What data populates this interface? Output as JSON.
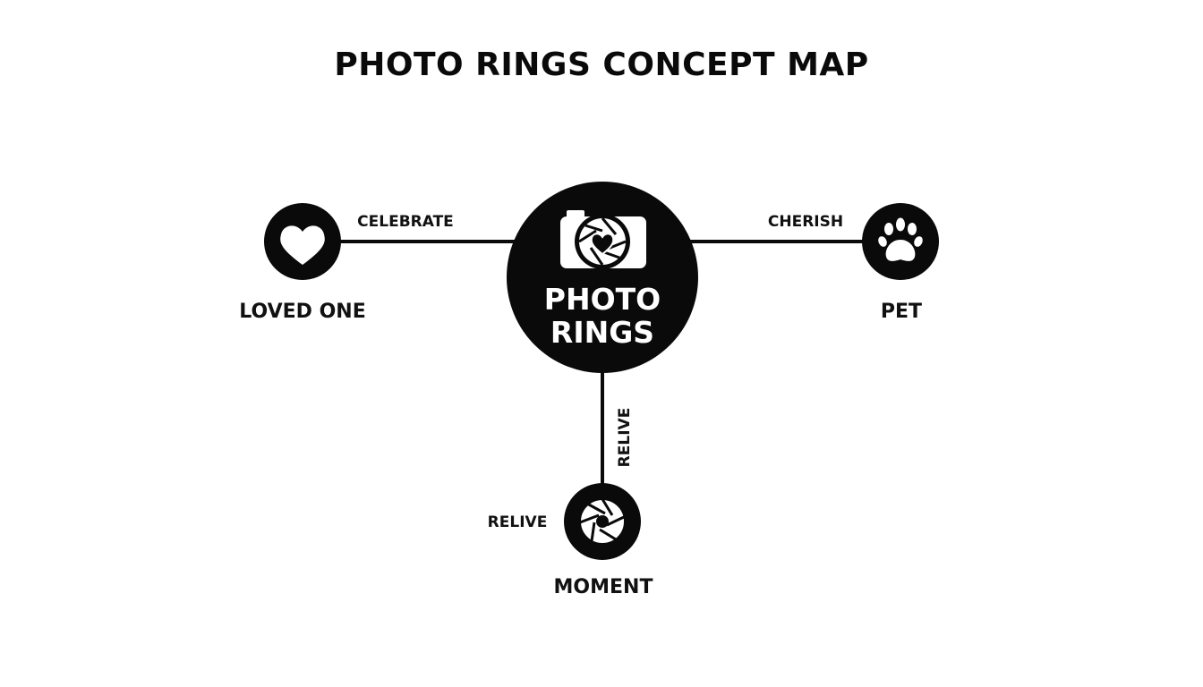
{
  "title": "PHOTO RINGS CONCEPT MAP",
  "hub": {
    "line1": "PHOTO",
    "line2": "RINGS",
    "icon": "camera-heart-icon"
  },
  "nodes": {
    "loved_one": {
      "label": "LOVED ONE",
      "icon": "heart-icon",
      "edge_label": "CELEBRATE"
    },
    "pet": {
      "label": "PET",
      "icon": "paw-print-icon",
      "edge_label": "CHERISH"
    },
    "moment": {
      "label": "MOMENT",
      "icon": "aperture-icon",
      "edge_label": "RELIVE",
      "side_label": "RELIVE"
    }
  },
  "colors": {
    "node_fill": "#0a0a0a",
    "background": "#ffffff",
    "icon_fill": "#ffffff"
  }
}
